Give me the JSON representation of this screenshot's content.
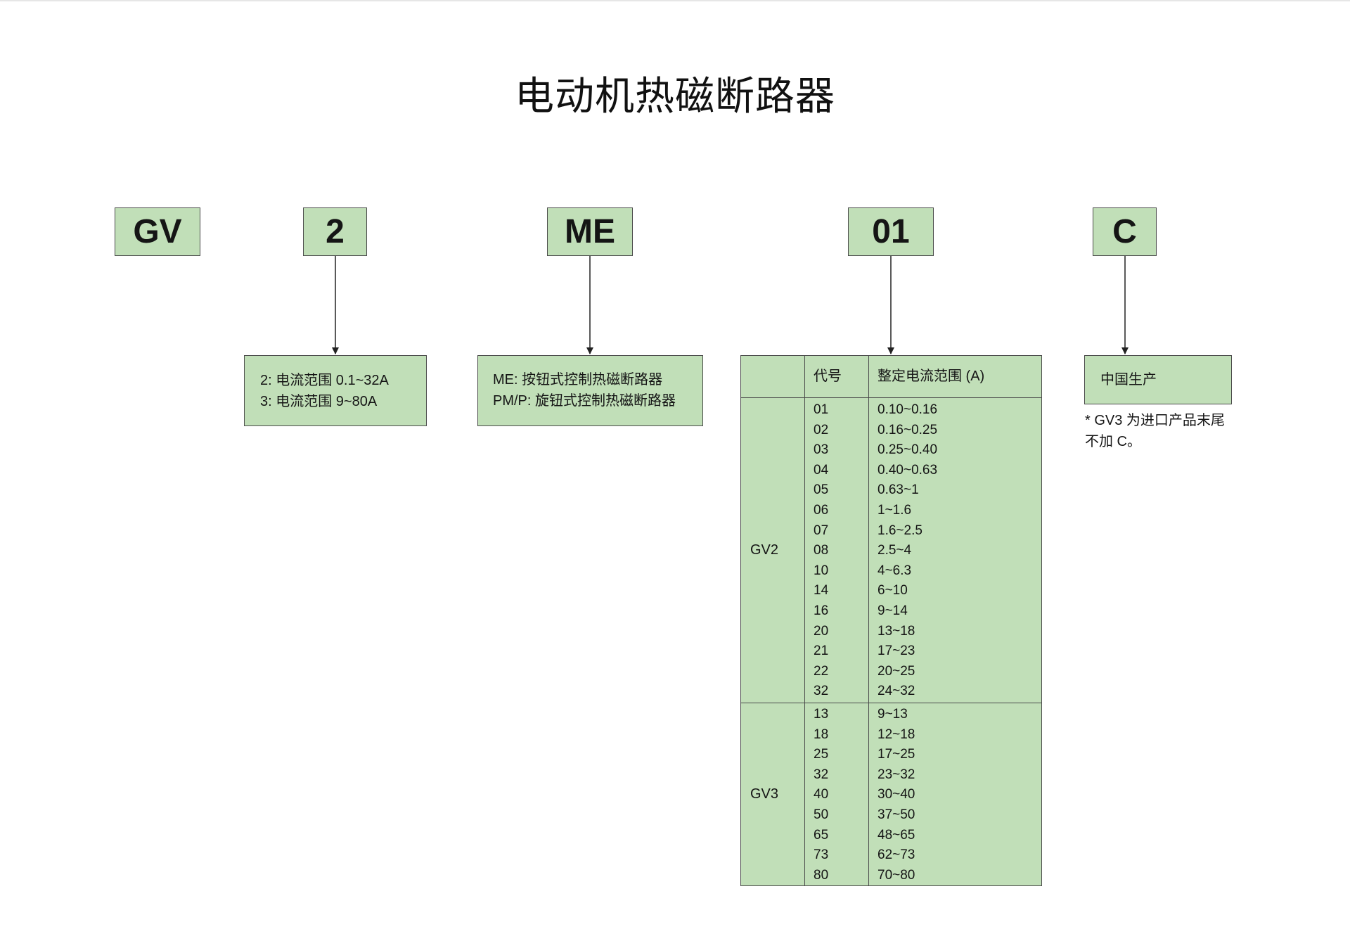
{
  "title": "电动机热磁断路器",
  "codes": {
    "series": "GV",
    "size": "2",
    "type": "ME",
    "rating": "01",
    "origin": "C"
  },
  "series_desc": [
    "2: 电流范围 0.1~32A",
    "3: 电流范围 9~80A"
  ],
  "type_desc": [
    "ME: 按钮式控制热磁断路器",
    "PM/P: 旋钮式控制热磁断路器"
  ],
  "origin_desc": "中国生产",
  "note": [
    "* GV3 为进口产品末尾",
    "不加 C。"
  ],
  "table": {
    "header_code": "代号",
    "header_range": "整定电流范围 (A)",
    "groups": [
      {
        "label": "GV2",
        "rows": [
          {
            "code": "01",
            "range": "0.10~0.16"
          },
          {
            "code": "02",
            "range": "0.16~0.25"
          },
          {
            "code": "03",
            "range": "0.25~0.40"
          },
          {
            "code": "04",
            "range": "0.40~0.63"
          },
          {
            "code": "05",
            "range": "0.63~1"
          },
          {
            "code": "06",
            "range": "1~1.6"
          },
          {
            "code": "07",
            "range": "1.6~2.5"
          },
          {
            "code": "08",
            "range": "2.5~4"
          },
          {
            "code": "10",
            "range": "4~6.3"
          },
          {
            "code": "14",
            "range": "6~10"
          },
          {
            "code": "16",
            "range": "9~14"
          },
          {
            "code": "20",
            "range": "13~18"
          },
          {
            "code": "21",
            "range": "17~23"
          },
          {
            "code": "22",
            "range": "20~25"
          },
          {
            "code": "32",
            "range": "24~32"
          }
        ]
      },
      {
        "label": "GV3",
        "rows": [
          {
            "code": "13",
            "range": "9~13"
          },
          {
            "code": "18",
            "range": "12~18"
          },
          {
            "code": "25",
            "range": "17~25"
          },
          {
            "code": "32",
            "range": "23~32"
          },
          {
            "code": "40",
            "range": "30~40"
          },
          {
            "code": "50",
            "range": "37~50"
          },
          {
            "code": "65",
            "range": "48~65"
          },
          {
            "code": "73",
            "range": "62~73"
          },
          {
            "code": "80",
            "range": "70~80"
          }
        ]
      }
    ]
  }
}
